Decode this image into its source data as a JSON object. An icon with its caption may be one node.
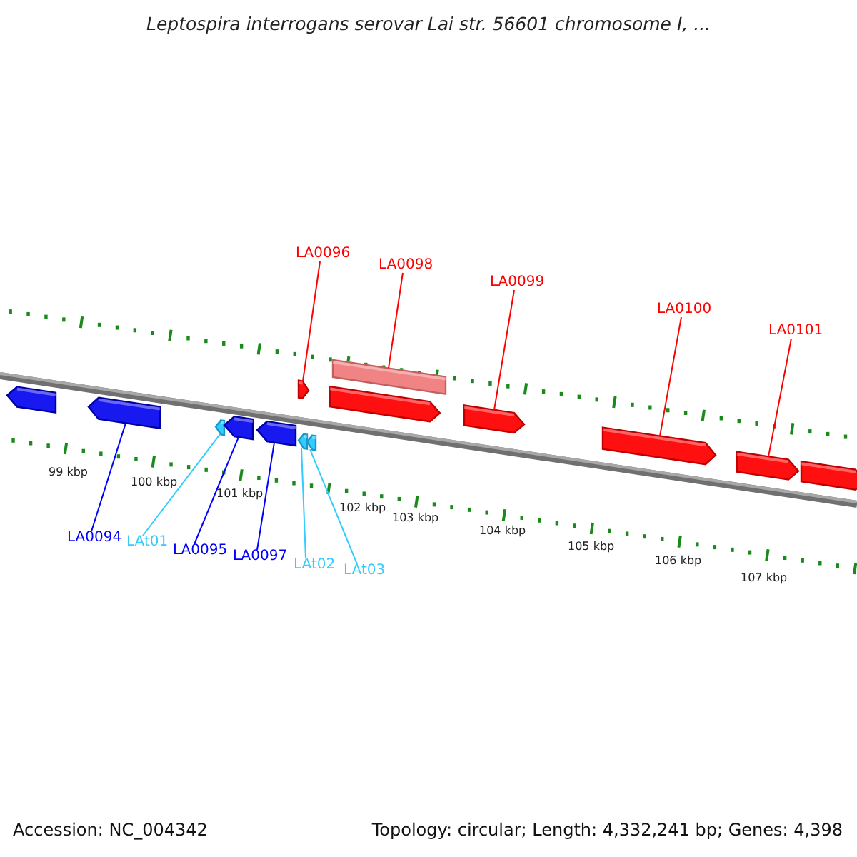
{
  "diagram": {
    "title": "Leptospira interrogans serovar Lai str. 56601 chromosome I, ...",
    "nodes": [
      {
        "text": [],
        "shape": "bar"
      },
      {
        "text": [],
        "shape": "bar"
      },
      {
        "text": [],
        "shape": "bar"
      },
      {
        "text": [],
        "shape": "bar"
      },
      {
        "text": [],
        "shape": "bar"
      },
      {
        "text": [],
        "shape": "bar"
      },
      {
        "text": [],
        "shape": "bar"
      },
      {
        "text": [],
        "shape": "bar"
      },
      {
        "text": [],
        "shape": "bar"
      },
      {
        "text": [],
        "shape": "bar"
      },
      {
        "text": [],
        "shape": "bar"
      },
      {
        "text": [],
        "shape": "bar"
      },
      {
        "text": [],
        "shape": "bar"
      },
      {
        "text": [],
        "shape": "bar"
      },
      {
        "text": [
          "LA0096"
        ]
      },
      {
        "text": [
          "LA0098"
        ]
      },
      {
        "text": [
          "LA0099"
        ]
      },
      {
        "text": [
          "LA0100"
        ]
      },
      {
        "text": [
          "LA0101"
        ]
      },
      {
        "text": [
          "LA0094"
        ]
      },
      {
        "text": [
          "LAt01"
        ]
      },
      {
        "text": [
          "LA0095"
        ]
      },
      {
        "text": [
          "LA0097"
        ]
      },
      {
        "text": [
          "LAt02"
        ]
      },
      {
        "text": [
          "LAt03"
        ]
      }
    ],
    "edges": [
      {
        "from": 14,
        "to": 7,
        "arrow": "none"
      },
      {
        "from": 15,
        "to": 8,
        "arrow": "none"
      },
      {
        "from": 16,
        "to": 10,
        "arrow": "none"
      },
      {
        "from": 17,
        "to": 11,
        "arrow": "none"
      },
      {
        "from": 18,
        "to": 12,
        "arrow": "none"
      },
      {
        "from": 19,
        "to": 1,
        "arrow": "none",
        "color": "#0000ff"
      },
      {
        "from": 20,
        "to": 2,
        "arrow": "none",
        "color": "#33ccff"
      },
      {
        "from": 21,
        "to": 3,
        "arrow": "none",
        "color": "#0000ff"
      },
      {
        "from": 22,
        "to": 4,
        "arrow": "none",
        "color": "#0000ff"
      },
      {
        "from": 23,
        "to": 5,
        "arrow": "none",
        "color": "#33ccff"
      },
      {
        "from": 24,
        "to": 6,
        "arrow": "none",
        "color": "#33ccff"
      }
    ],
    "labels": [
      "99 kbp",
      "100 kbp",
      "101 kbp",
      "102 kbp",
      "103 kbp",
      "104 kbp",
      "105 kbp",
      "106 kbp",
      "107 kbp",
      "Accession: NC_004342",
      "Topology: circular; Length: 4,332,241 bp; Genes: 4,398"
    ]
  }
}
